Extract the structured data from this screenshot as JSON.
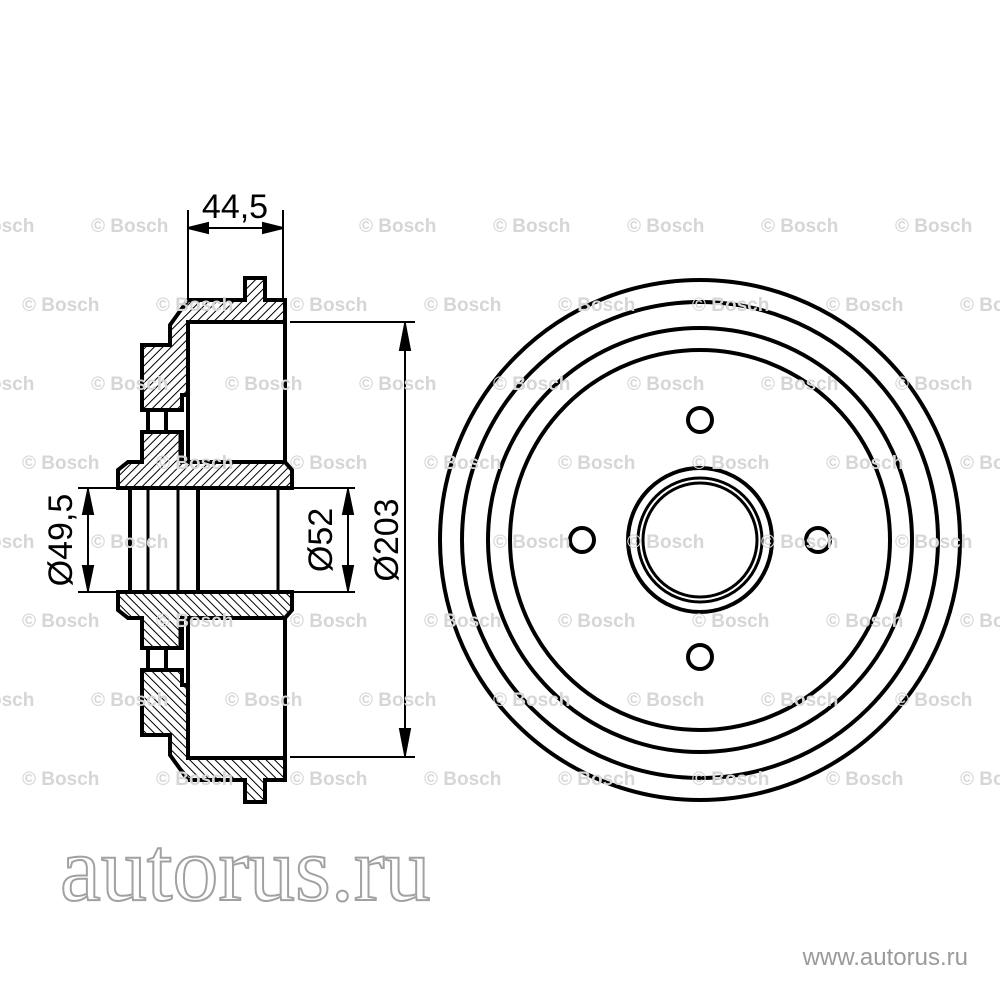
{
  "watermark": {
    "text": "© Bosch",
    "overlay": "autorus.ru",
    "url": "www.autorus.ru"
  },
  "dimensions": {
    "width": "44,5",
    "bore_inner": "Ø49,5",
    "bore_outer": "Ø52",
    "drum_diameter": "Ø203"
  },
  "front_view": {
    "bolt_holes": 4
  }
}
